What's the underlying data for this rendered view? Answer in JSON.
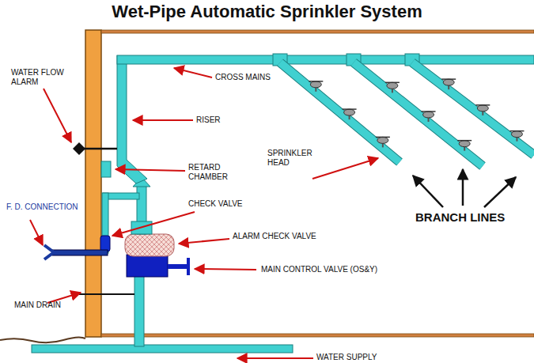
{
  "diagram": {
    "title": "Wet-Pipe Automatic Sprinkler System",
    "labels": [
      "WATER FLOW ALARM",
      "CROSS MAINS",
      "RISER",
      "SPRINKLER HEAD",
      "RETARD CHAMBER",
      "CHECK VALVE",
      "F. D. CONNECTION",
      "ALARM CHECK VALVE",
      "BRANCH LINES",
      "MAIN CONTROL VALVE (OS&Y)",
      "MAIN DRAIN",
      "WATER SUPPLY"
    ]
  }
}
